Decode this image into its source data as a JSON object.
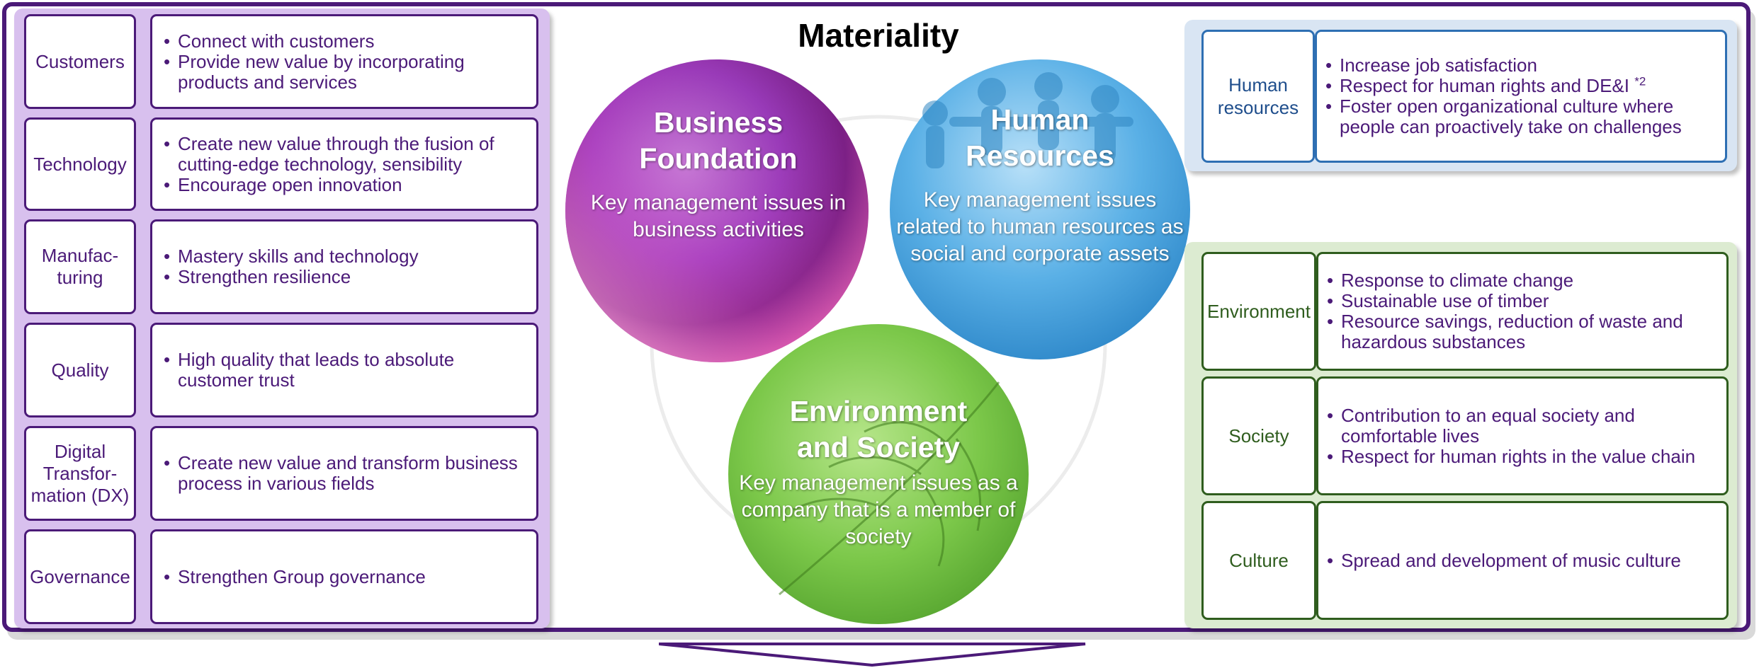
{
  "title": "Materiality",
  "left_rows": [
    {
      "category": "Customers",
      "items": [
        "Connect with customers",
        "Provide new value by incorporating products and services"
      ]
    },
    {
      "category": "Technology",
      "items": [
        "Create new value through the fusion of cutting-edge technology, sensibility",
        "Encourage open innovation"
      ]
    },
    {
      "category": "Manufac-\nturing",
      "items": [
        "Mastery skills and technology",
        "Strengthen resilience"
      ]
    },
    {
      "category": "Quality",
      "items": [
        "High quality that leads to absolute customer trust"
      ]
    },
    {
      "category": "Digital\nTransfor-\nmation (DX)",
      "items": [
        "Create new value and transform business process in various fields"
      ]
    },
    {
      "category": "Governance",
      "items": [
        "Strengthen Group governance"
      ]
    }
  ],
  "circles": {
    "business": {
      "title": "Business\nFoundation",
      "subtitle": "Key management issues in business activities"
    },
    "human": {
      "title": "Human\nResources",
      "subtitle": "Key management issues related to human resources as social and corporate assets"
    },
    "environment": {
      "title": "Environment\nand Society",
      "subtitle": "Key management issues as a company that is a member of society"
    }
  },
  "human_resources": {
    "category": "Human\nresources",
    "items": [
      "Increase job satisfaction",
      "Respect for human rights and DE&I",
      "Foster open organizational culture where people can proactively take on  challenges"
    ],
    "footnote_mark": "*2"
  },
  "right_rows": [
    {
      "category": "Environment",
      "items": [
        "Response to climate change",
        "Sustainable use of timber",
        "Resource savings, reduction of  waste and hazardous substances"
      ]
    },
    {
      "category": "Society",
      "items": [
        "Contribution to an equal society and comfortable lives",
        "Respect for human rights in the value chain"
      ]
    },
    {
      "category": "Culture",
      "items": [
        "Spread and development of music culture"
      ]
    }
  ],
  "colors": {
    "frame": "#4b1a78",
    "left_panel": "#d8c0ee",
    "hr_panel": "#d9e5f3",
    "hr_border": "#2e6fb3",
    "env_panel": "#dcebd1",
    "env_border": "#2f5d1e"
  }
}
